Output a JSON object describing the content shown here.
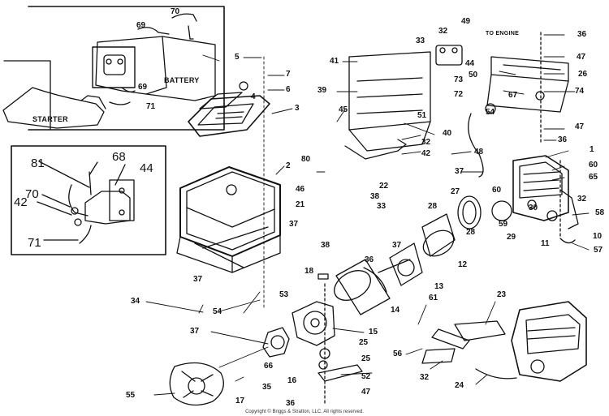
{
  "captions": {
    "starter": "STARTER",
    "battery": "BATTERY",
    "to_engine": "TO ENGINE",
    "copyright": "Copyright © Briggs & Stratton, LLC. All rights reserved."
  },
  "inset_callouts": [
    "81",
    "68",
    "44",
    "70",
    "42",
    "71"
  ],
  "top_inset_callouts": [
    "69",
    "70",
    "69",
    "71"
  ],
  "callouts": [
    "32",
    "49",
    "33",
    "44",
    "36",
    "47",
    "26",
    "50",
    "74",
    "73",
    "72",
    "67",
    "54",
    "47",
    "36",
    "41",
    "39",
    "45",
    "51",
    "40",
    "32",
    "42",
    "5",
    "7",
    "6",
    "4",
    "3",
    "80",
    "48",
    "37",
    "1",
    "60",
    "65",
    "2",
    "46",
    "22",
    "21",
    "38",
    "33",
    "27",
    "28",
    "60",
    "30",
    "32",
    "58",
    "10",
    "57",
    "11",
    "37",
    "38",
    "36",
    "37",
    "28",
    "59",
    "29",
    "12",
    "13",
    "18",
    "14",
    "53",
    "54",
    "37",
    "34",
    "37",
    "15",
    "25",
    "25",
    "66",
    "16",
    "35",
    "52",
    "47",
    "36",
    "55",
    "17",
    "61",
    "23",
    "56",
    "32",
    "24"
  ]
}
